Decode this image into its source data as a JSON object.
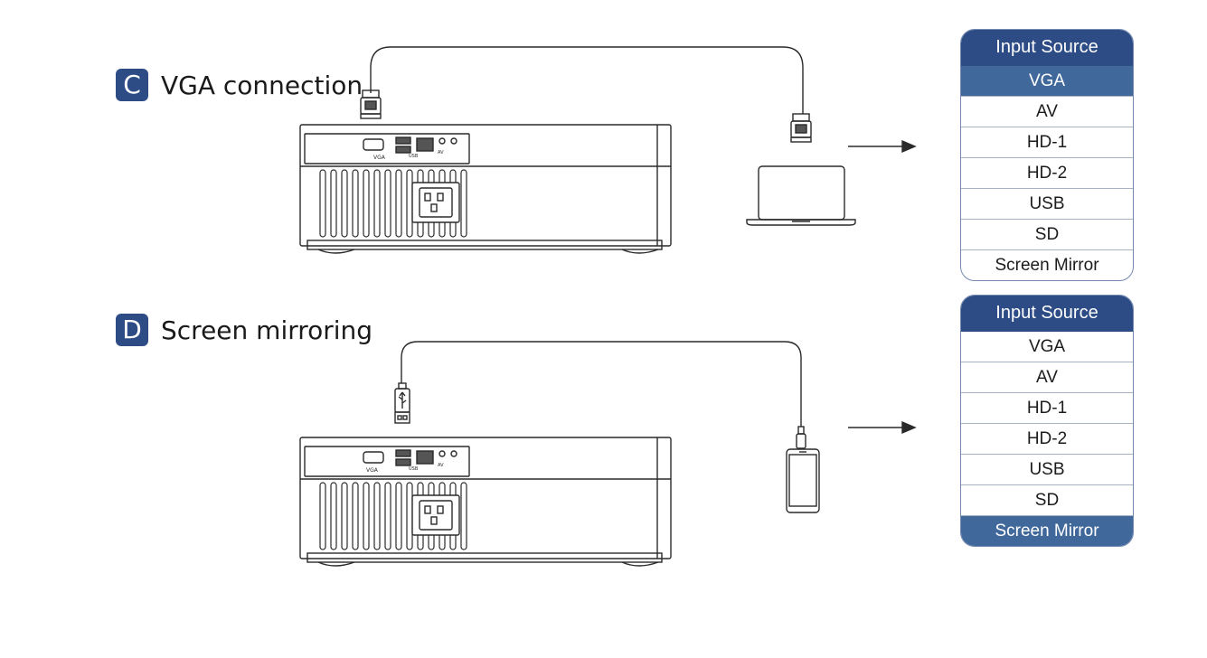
{
  "sections": [
    {
      "letter": "C",
      "title": "VGA connection"
    },
    {
      "letter": "D",
      "title": "Screen mirroring"
    }
  ],
  "projector": {
    "port_vga": "VGA",
    "port_usb": "USB",
    "port_av": "AV"
  },
  "menus": [
    {
      "header": "Input Source",
      "selected": "VGA",
      "items": [
        "VGA",
        "AV",
        "HD-1",
        "HD-2",
        "USB",
        "SD",
        "Screen Mirror"
      ]
    },
    {
      "header": "Input Source",
      "selected": "Screen Mirror",
      "items": [
        "VGA",
        "AV",
        "HD-1",
        "HD-2",
        "USB",
        "SD",
        "Screen Mirror"
      ]
    }
  ],
  "colors": {
    "accent": "#2d4c86",
    "selected_row": "#41689b",
    "line_art": "#2a2a2a"
  }
}
